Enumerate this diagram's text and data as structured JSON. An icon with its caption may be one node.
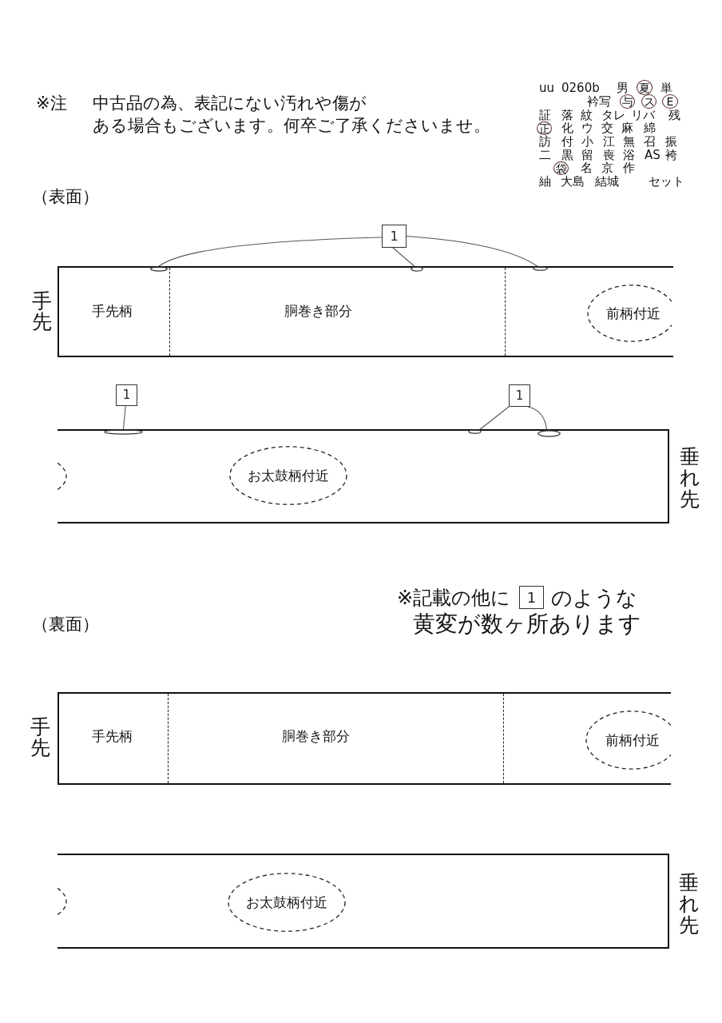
{
  "diagram": {
    "nodes": [
      {
        "text": [
          "夏"
        ]
      },
      {
        "text": [
          "与"
        ]
      },
      {
        "text": [
          "ス"
        ]
      },
      {
        "text": [
          "E"
        ]
      },
      {
        "text": [
          "正"
        ]
      },
      {
        "text": [
          "袋"
        ]
      },
      {
        "text": [
          "1"
        ]
      },
      {
        "text": [
          "手先柄",
          "胴巻き部分"
        ],
        "beside": [
          "手先"
        ]
      },
      {
        "text": [],
        "shape": "oval",
        "in": 7
      },
      {
        "text": [],
        "shape": "oval",
        "in": 7
      },
      {
        "text": [],
        "shape": "oval",
        "in": 7
      },
      {
        "text": [
          "前柄付近"
        ],
        "in": 7
      },
      {
        "text": [
          "1"
        ]
      },
      {
        "text": [
          "1"
        ]
      },
      {
        "text": [],
        "shape": "box",
        "beside": [
          "垂れ先"
        ]
      },
      {
        "text": [],
        "shape": "oval",
        "in": 14
      },
      {
        "text": [],
        "shape": "oval",
        "in": 14
      },
      {
        "text": [],
        "shape": "oval",
        "in": 14
      },
      {
        "text": [],
        "shape": "oval",
        "in": 14
      },
      {
        "text": [
          "お太鼓柄付近"
        ],
        "in": 14
      },
      {
        "text": [
          "1"
        ]
      },
      {
        "text": [
          "手先柄",
          "胴巻き部分"
        ],
        "beside": [
          "手先"
        ]
      },
      {
        "text": [
          "前柄付近"
        ],
        "in": 21
      },
      {
        "text": [],
        "shape": "box",
        "beside": [
          "垂れ先"
        ]
      },
      {
        "text": [],
        "shape": "oval",
        "in": 23
      },
      {
        "text": [
          "お太鼓柄付近"
        ],
        "in": 23
      }
    ],
    "edges": [
      {
        "from": 6,
        "to": 8,
        "arrow": "none"
      },
      {
        "from": 6,
        "to": 9,
        "arrow": "none"
      },
      {
        "from": 6,
        "to": 10,
        "arrow": "none"
      },
      {
        "from": 12,
        "to": 15,
        "arrow": "none"
      },
      {
        "from": 13,
        "to": 16,
        "arrow": "none"
      },
      {
        "from": 13,
        "to": 17,
        "arrow": "none"
      }
    ],
    "labels": [
      "※注",
      "中古品の為、表記にない汚れや傷がある場合もございます。何卒ご了承くださいませ。",
      "uu",
      "0260b",
      "男",
      "単",
      "衿写",
      "証",
      "落",
      "紋",
      "タレ",
      "リバ",
      "残",
      "化",
      "ウ",
      "交",
      "麻",
      "綿",
      "訪",
      "付",
      "小",
      "江",
      "無",
      "召",
      "振",
      "二",
      "黒",
      "留",
      "喪",
      "浴",
      "AS",
      "袴",
      "名",
      "京",
      "作",
      "紬",
      "大島",
      "結城",
      "セット",
      "（表面）",
      "※記載の他に",
      "のような",
      "（裏面）",
      "黄変が数ヶ所あります"
    ]
  }
}
